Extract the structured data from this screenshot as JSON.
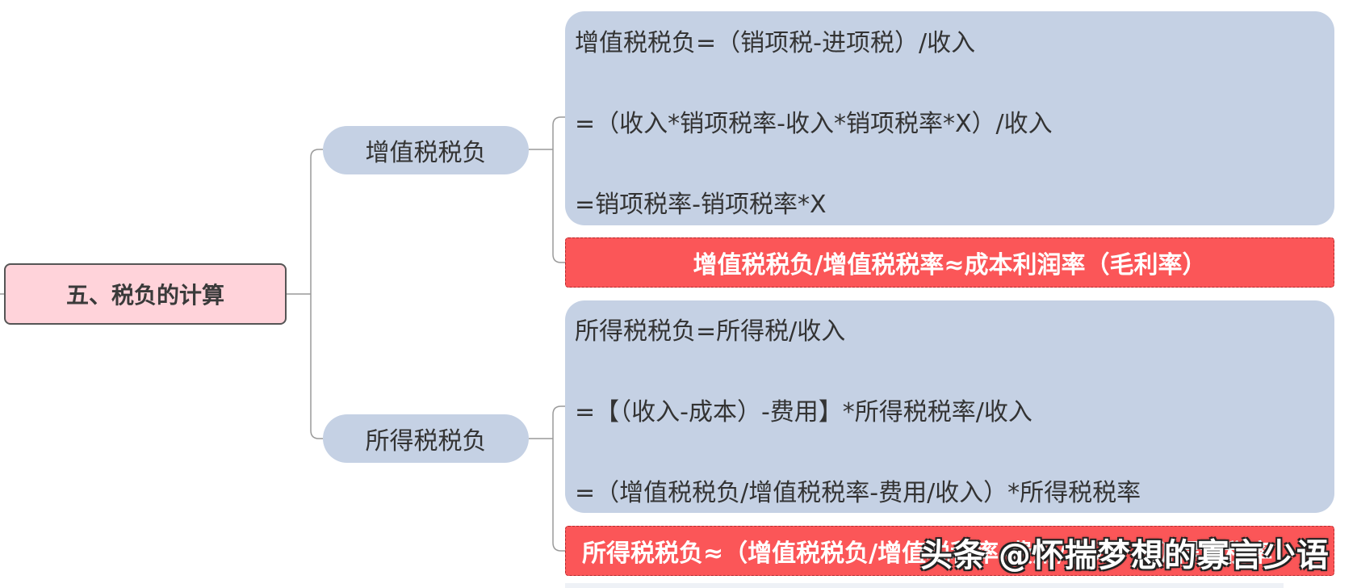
{
  "root": {
    "label": "五、税负的计算"
  },
  "branches": [
    {
      "label": "增值税税负",
      "formula_lines": [
        "增值税税负=（销项税-进项税）/收入",
        "=（收入*销项税率-收入*销项税率*X）/收入",
        "=销项税率-销项税率*X"
      ],
      "conclusion": "增值税税负/增值税税率≈成本利润率（毛利率）"
    },
    {
      "label": "所得税税负",
      "formula_lines": [
        "所得税税负=所得税/收入",
        "=【（收入-成本）-费用】*所得税税率/收入",
        "=（增值税税负/增值税税率-费用/收入）*所得税税率"
      ],
      "conclusion": "所得税税负≈（增值税税负/增值税税率-费用/收入）*所得税税率"
    }
  ],
  "watermark": "头条 @怀揣梦想的寡言少语",
  "colors": {
    "root_fill": "#ffd3da",
    "branch_fill": "#c5d1e4",
    "conclusion_fill": "#fb5658",
    "connector": "#9a9a9a"
  }
}
